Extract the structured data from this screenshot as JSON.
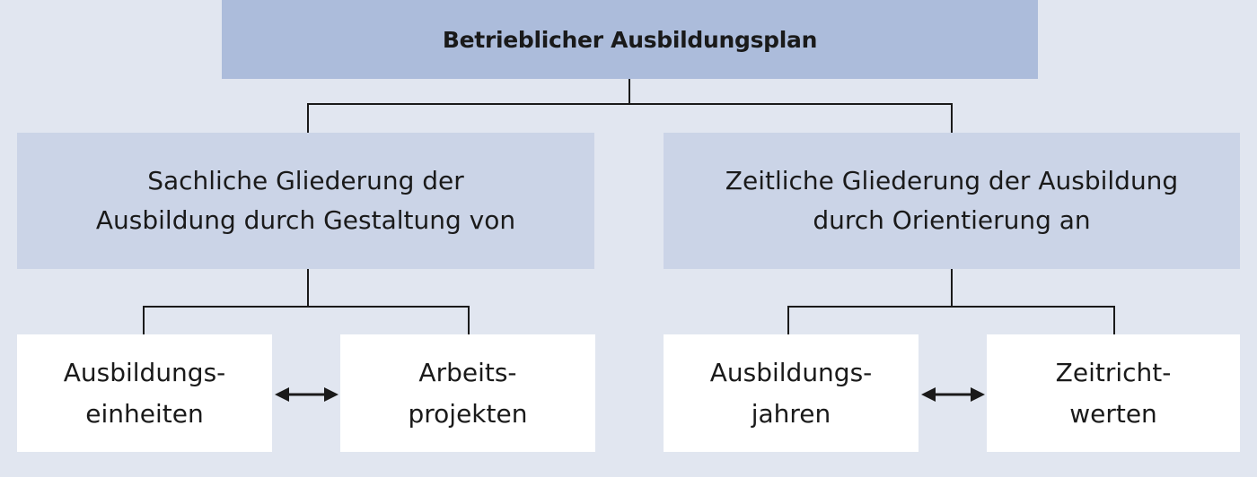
{
  "root": {
    "label": "Betrieblicher Ausbildungsplan"
  },
  "branches": [
    {
      "label_lines": [
        "Sachliche Gliederung der",
        "Ausbildung durch Gestaltung von"
      ],
      "leaves": [
        {
          "label_lines": [
            "Ausbildungs-",
            "einheiten"
          ]
        },
        {
          "label_lines": [
            "Arbeits-",
            "projekten"
          ]
        }
      ]
    },
    {
      "label_lines": [
        "Zeitliche Gliederung der Ausbildung",
        "durch Orientierung an"
      ],
      "leaves": [
        {
          "label_lines": [
            "Ausbildungs-",
            "jahren"
          ]
        },
        {
          "label_lines": [
            "Zeitricht-",
            "werten"
          ]
        }
      ]
    }
  ],
  "colors": {
    "background": "#e1e6f0",
    "root_fill": "#acbcdb",
    "branch_fill": "#cbd4e7",
    "leaf_fill": "#ffffff",
    "line": "#1a1a1a"
  }
}
